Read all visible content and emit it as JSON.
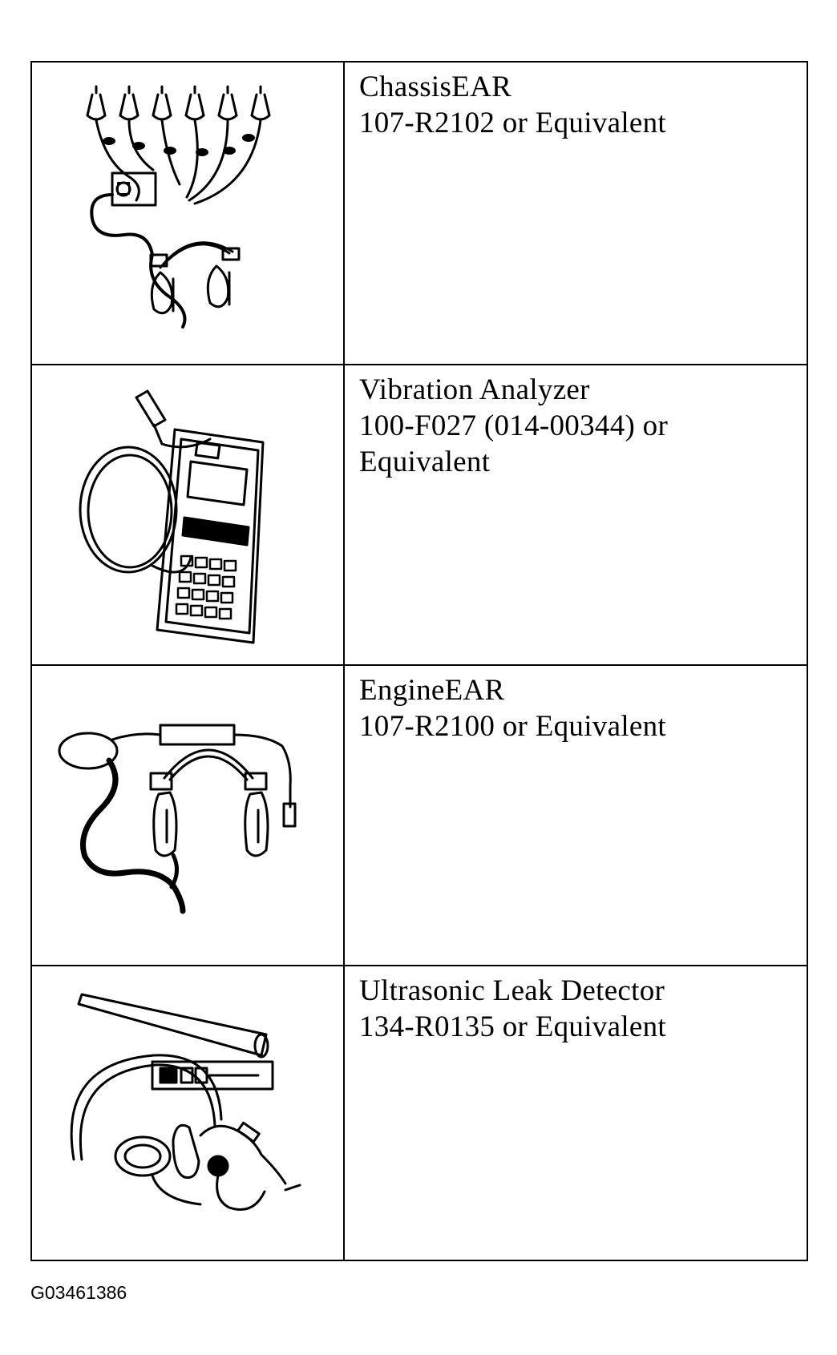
{
  "tools": [
    {
      "name": "ChassisEAR",
      "part": "107-R2102 or Equivalent",
      "icon": "chassis-ear-icon"
    },
    {
      "name": "Vibration Analyzer",
      "part": "100-F027 (014-00344) or\nEquivalent",
      "icon": "vibration-analyzer-icon"
    },
    {
      "name": "EngineEAR",
      "part": "107-R2100 or Equivalent",
      "icon": "engine-ear-icon"
    },
    {
      "name": "Ultrasonic Leak Detector",
      "part": "134-R0135 or Equivalent",
      "icon": "ultrasonic-leak-detector-icon"
    }
  ],
  "figure_id": "G03461386"
}
